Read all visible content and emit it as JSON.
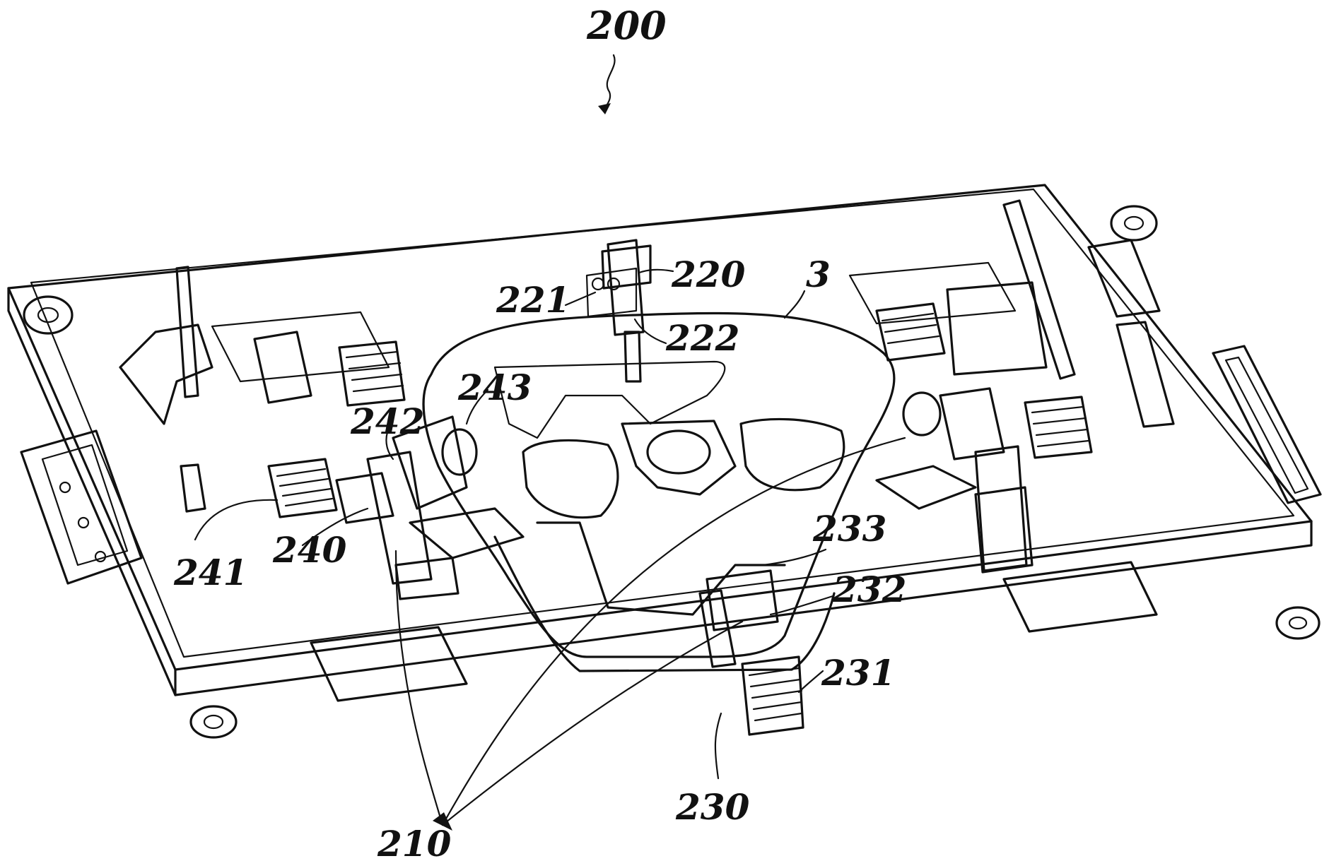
{
  "figure": {
    "reference": "200",
    "labels": [
      {
        "id": "221",
        "text": "221"
      },
      {
        "id": "220",
        "text": "220"
      },
      {
        "id": "3",
        "text": "3"
      },
      {
        "id": "222",
        "text": "222"
      },
      {
        "id": "243",
        "text": "243"
      },
      {
        "id": "242",
        "text": "242"
      },
      {
        "id": "241",
        "text": "241"
      },
      {
        "id": "240",
        "text": "240"
      },
      {
        "id": "233",
        "text": "233"
      },
      {
        "id": "232",
        "text": "232"
      },
      {
        "id": "231",
        "text": "231"
      },
      {
        "id": "230",
        "text": "230"
      },
      {
        "id": "210",
        "text": "210"
      }
    ]
  }
}
